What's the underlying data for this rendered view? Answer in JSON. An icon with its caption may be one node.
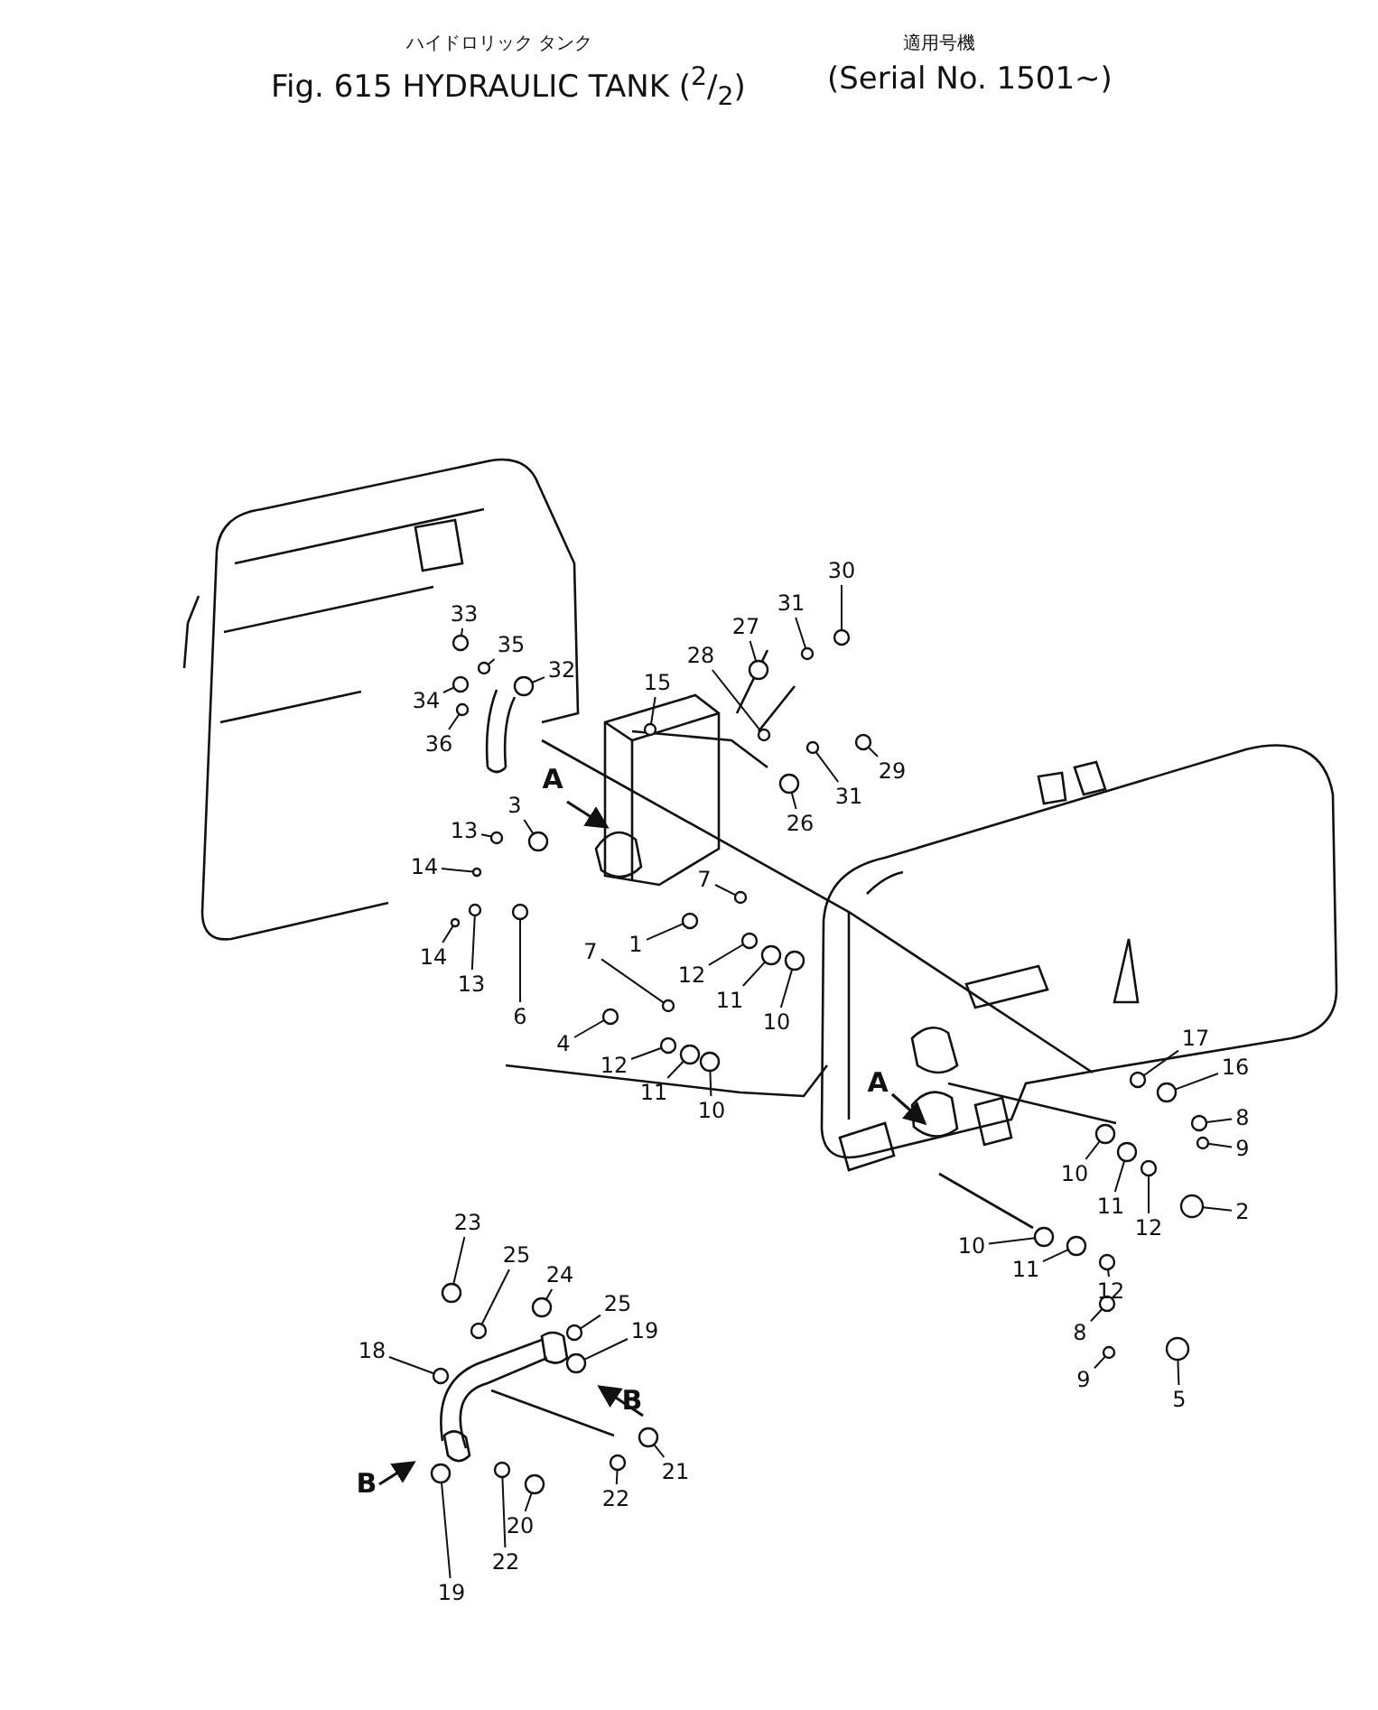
{
  "diagram": {
    "title": "Fig. 615 HYDRAULIC TANK ($^{2}$/$_{2}$)",
    "nodes": [
      {
        "text": [
          "33"
        ]
      },
      {
        "text": [
          "34"
        ]
      },
      {
        "text": [
          "35"
        ]
      },
      {
        "text": [
          "36"
        ]
      },
      {
        "text": [
          "32"
        ]
      },
      {
        "text": [
          "31"
        ]
      },
      {
        "text": [
          "30"
        ]
      },
      {
        "text": [
          "27"
        ]
      },
      {
        "text": [
          "28"
        ]
      },
      {
        "text": [
          "15"
        ]
      },
      {
        "text": [
          "29"
        ]
      },
      {
        "text": [
          "31"
        ]
      },
      {
        "text": [
          "26"
        ]
      },
      {
        "text": [
          "3"
        ]
      },
      {
        "text": [
          "13"
        ]
      },
      {
        "text": [
          "14"
        ]
      },
      {
        "text": [
          "7"
        ]
      },
      {
        "text": [
          "1"
        ]
      },
      {
        "text": [
          "14"
        ]
      },
      {
        "text": [
          "13"
        ]
      },
      {
        "text": [
          "6"
        ]
      },
      {
        "text": [
          "12"
        ]
      },
      {
        "text": [
          "11"
        ]
      },
      {
        "text": [
          "10"
        ]
      },
      {
        "text": [
          "7"
        ]
      },
      {
        "text": [
          "4"
        ]
      },
      {
        "text": [
          "12"
        ]
      },
      {
        "text": [
          "11"
        ]
      },
      {
        "text": [
          "10"
        ]
      },
      {
        "text": [
          "17"
        ]
      },
      {
        "text": [
          "16"
        ]
      },
      {
        "text": [
          "8"
        ]
      },
      {
        "text": [
          "9"
        ]
      },
      {
        "text": [
          "2"
        ]
      },
      {
        "text": [
          "10"
        ]
      },
      {
        "text": [
          "11"
        ]
      },
      {
        "text": [
          "12"
        ]
      },
      {
        "text": [
          "10"
        ]
      },
      {
        "text": [
          "11"
        ]
      },
      {
        "text": [
          "12"
        ]
      },
      {
        "text": [
          "8"
        ]
      },
      {
        "text": [
          "9"
        ]
      },
      {
        "text": [
          "5"
        ]
      },
      {
        "text": [
          "23"
        ]
      },
      {
        "text": [
          "25"
        ]
      },
      {
        "text": [
          "24"
        ]
      },
      {
        "text": [
          "25"
        ]
      },
      {
        "text": [
          "18"
        ]
      },
      {
        "text": [
          "19"
        ]
      },
      {
        "text": [
          "21"
        ]
      },
      {
        "text": [
          "22"
        ]
      },
      {
        "text": [
          "20"
        ]
      },
      {
        "text": [
          "22"
        ]
      },
      {
        "text": [
          "19"
        ]
      },
      {
        "text": [],
        "shape": "circle"
      },
      {
        "text": [],
        "shape": "circle"
      },
      {
        "text": [],
        "shape": "circle"
      },
      {
        "text": [],
        "shape": "circle"
      },
      {
        "text": [],
        "shape": "circle"
      },
      {
        "text": [],
        "shape": "circle"
      },
      {
        "text": [],
        "shape": "circle"
      },
      {
        "text": [],
        "shape": "circle"
      },
      {
        "text": [],
        "shape": "circle"
      },
      {
        "text": [],
        "shape": "circle"
      },
      {
        "text": [],
        "shape": "circle"
      },
      {
        "text": [],
        "shape": "circle"
      },
      {
        "text": [],
        "shape": "circle"
      },
      {
        "text": [],
        "shape": "circle"
      },
      {
        "text": [],
        "shape": "circle"
      },
      {
        "text": [],
        "shape": "circle"
      },
      {
        "text": [],
        "shape": "circle"
      },
      {
        "text": [],
        "shape": "circle"
      },
      {
        "text": [],
        "shape": "circle"
      },
      {
        "text": [],
        "shape": "circle"
      },
      {
        "text": [],
        "shape": "circle"
      },
      {
        "text": [],
        "shape": "circle"
      },
      {
        "text": [],
        "shape": "circle"
      },
      {
        "text": [],
        "shape": "circle"
      },
      {
        "text": [],
        "shape": "circle"
      },
      {
        "text": [],
        "shape": "circle"
      },
      {
        "text": [],
        "shape": "circle"
      },
      {
        "text": [],
        "shape": "circle"
      },
      {
        "text": [],
        "shape": "circle"
      },
      {
        "text": [],
        "shape": "circle"
      },
      {
        "text": [],
        "shape": "circle"
      },
      {
        "text": [],
        "shape": "circle"
      },
      {
        "text": [],
        "shape": "circle"
      },
      {
        "text": [],
        "shape": "circle"
      },
      {
        "text": [],
        "shape": "circle"
      },
      {
        "text": [],
        "shape": "circle"
      },
      {
        "text": [],
        "shape": "circle"
      },
      {
        "text": [],
        "shape": "circle"
      },
      {
        "text": [],
        "shape": "circle"
      },
      {
        "text": [],
        "shape": "circle"
      },
      {
        "text": [],
        "shape": "circle"
      },
      {
        "text": [],
        "shape": "circle"
      },
      {
        "text": [],
        "shape": "circle"
      },
      {
        "text": [],
        "shape": "circle"
      },
      {
        "text": [],
        "shape": "circle"
      },
      {
        "text": [],
        "shape": "circle"
      },
      {
        "text": [],
        "shape": "circle"
      },
      {
        "text": [],
        "shape": "circle"
      },
      {
        "text": [],
        "shape": "circle"
      },
      {
        "text": [],
        "shape": "circle"
      },
      {
        "text": [],
        "shape": "circle"
      },
      {
        "text": [],
        "shape": "circle"
      },
      {
        "text": [],
        "shape": "circle"
      },
      {
        "text": [],
        "shape": "circle"
      }
    ],
    "edges": [
      {
        "from": 0,
        "to": 54,
        "arrow": "none"
      },
      {
        "from": 1,
        "to": 55,
        "arrow": "none"
      },
      {
        "from": 2,
        "to": 56,
        "arrow": "none"
      },
      {
        "from": 3,
        "to": 57,
        "arrow": "none"
      },
      {
        "from": 4,
        "to": 58,
        "arrow": "none"
      },
      {
        "from": 5,
        "to": 59,
        "arrow": "none"
      },
      {
        "from": 6,
        "to": 60,
        "arrow": "none"
      },
      {
        "from": 7,
        "to": 61,
        "arrow": "none"
      },
      {
        "from": 8,
        "to": 62,
        "arrow": "none"
      },
      {
        "from": 9,
        "to": 63,
        "arrow": "none"
      },
      {
        "from": 10,
        "to": 64,
        "arrow": "none"
      },
      {
        "from": 11,
        "to": 65,
        "arrow": "none"
      },
      {
        "from": 12,
        "to": 66,
        "arrow": "none"
      },
      {
        "from": 13,
        "to": 67,
        "arrow": "none"
      },
      {
        "from": 14,
        "to": 68,
        "arrow": "none"
      },
      {
        "from": 15,
        "to": 69,
        "arrow": "none"
      },
      {
        "from": 16,
        "to": 70,
        "arrow": "none"
      },
      {
        "from": 17,
        "to": 71,
        "arrow": "none"
      },
      {
        "from": 18,
        "to": 72,
        "arrow": "none"
      },
      {
        "from": 19,
        "to": 73,
        "arrow": "none"
      },
      {
        "from": 20,
        "to": 74,
        "arrow": "none"
      },
      {
        "from": 21,
        "to": 75,
        "arrow": "none"
      },
      {
        "from": 22,
        "to": 76,
        "arrow": "none"
      },
      {
        "from": 23,
        "to": 77,
        "arrow": "none"
      },
      {
        "from": 24,
        "to": 78,
        "arrow": "none"
      },
      {
        "from": 25,
        "to": 79,
        "arrow": "none"
      },
      {
        "from": 26,
        "to": 80,
        "arrow": "none"
      },
      {
        "from": 27,
        "to": 81,
        "arrow": "none"
      },
      {
        "from": 28,
        "to": 82,
        "arrow": "none"
      },
      {
        "from": 29,
        "to": 83,
        "arrow": "none"
      },
      {
        "from": 30,
        "to": 84,
        "arrow": "none"
      },
      {
        "from": 31,
        "to": 85,
        "arrow": "none"
      },
      {
        "from": 32,
        "to": 86,
        "arrow": "none"
      },
      {
        "from": 33,
        "to": 87,
        "arrow": "none"
      },
      {
        "from": 34,
        "to": 88,
        "arrow": "none"
      },
      {
        "from": 35,
        "to": 89,
        "arrow": "none"
      },
      {
        "from": 36,
        "to": 90,
        "arrow": "none"
      },
      {
        "from": 37,
        "to": 91,
        "arrow": "none"
      },
      {
        "from": 38,
        "to": 92,
        "arrow": "none"
      },
      {
        "from": 39,
        "to": 93,
        "arrow": "none"
      },
      {
        "from": 40,
        "to": 94,
        "arrow": "none"
      },
      {
        "from": 41,
        "to": 95,
        "arrow": "none"
      },
      {
        "from": 42,
        "to": 96,
        "arrow": "none"
      },
      {
        "from": 43,
        "to": 97,
        "arrow": "none"
      },
      {
        "from": 44,
        "to": 98,
        "arrow": "none"
      },
      {
        "from": 45,
        "to": 99,
        "arrow": "none"
      },
      {
        "from": 46,
        "to": 100,
        "arrow": "none"
      },
      {
        "from": 47,
        "to": 101,
        "arrow": "none"
      },
      {
        "from": 48,
        "to": 102,
        "arrow": "none"
      },
      {
        "from": 49,
        "to": 103,
        "arrow": "none"
      },
      {
        "from": 50,
        "to": 104,
        "arrow": "none"
      },
      {
        "from": 51,
        "to": 105,
        "arrow": "none"
      },
      {
        "from": 52,
        "to": 106,
        "arrow": "none"
      },
      {
        "from": 53,
        "to": 107,
        "arrow": "none"
      }
    ],
    "labels": [
      "ハイドロリック タンク",
      "適用号機",
      "(Serial No. 1501~)",
      "A",
      "B",
      "A",
      "B"
    ]
  }
}
